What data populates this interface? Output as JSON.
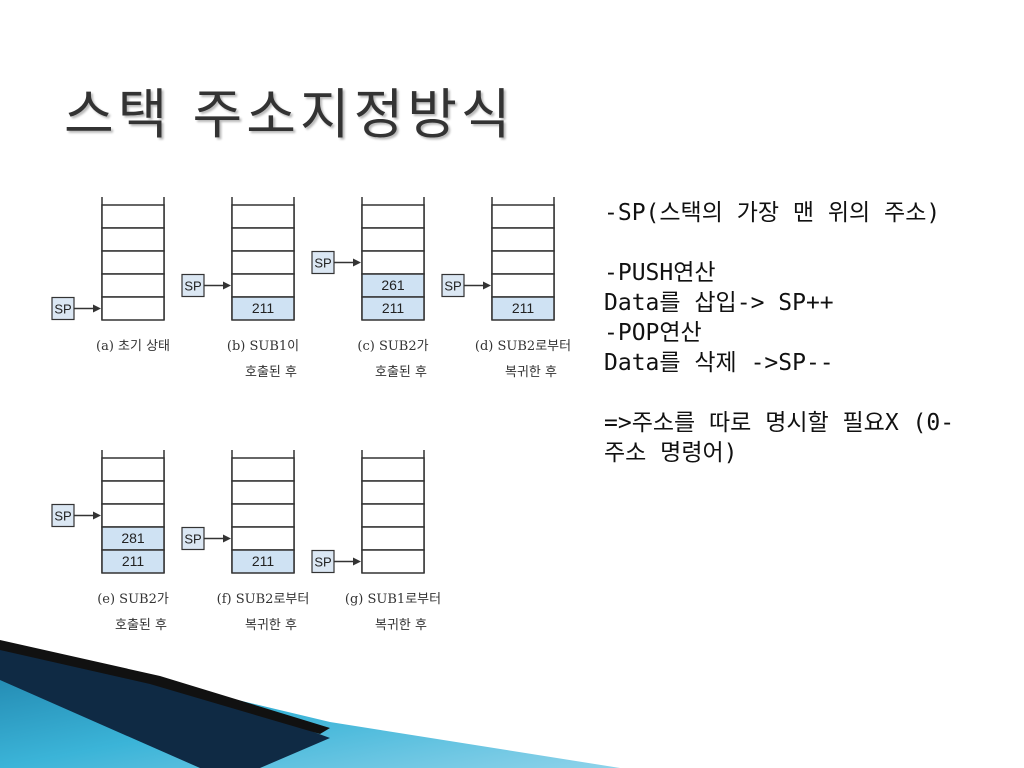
{
  "slide": {
    "title": "스택 주소지정방식"
  },
  "stacks": [
    {
      "id": "a",
      "label_line1": "(a) 초기 상태",
      "label_line2": "",
      "values": [],
      "sp_level": 0
    },
    {
      "id": "b",
      "label_line1": "(b) SUB1이",
      "label_line2": "호출된 후",
      "values": [
        "211"
      ],
      "sp_level": 1
    },
    {
      "id": "c",
      "label_line1": "(c) SUB2가",
      "label_line2": "호출된 후",
      "values": [
        "211",
        "261"
      ],
      "sp_level": 2
    },
    {
      "id": "d",
      "label_line1": "(d) SUB2로부터",
      "label_line2": "복귀한 후",
      "values": [
        "211"
      ],
      "sp_level": 1
    },
    {
      "id": "e",
      "label_line1": "(e) SUB2가",
      "label_line2": "호출된 후",
      "values": [
        "211",
        "281"
      ],
      "sp_level": 2
    },
    {
      "id": "f",
      "label_line1": "(f) SUB2로부터",
      "label_line2": "복귀한 후",
      "values": [
        "211"
      ],
      "sp_level": 1
    },
    {
      "id": "g",
      "label_line1": "(g) SUB1로부터",
      "label_line2": "복귀한 후",
      "values": [],
      "sp_level": 0
    }
  ],
  "sp_label": "SP",
  "description": {
    "lines": [
      "-SP(스택의 가장 맨 위의 주소)",
      "",
      "-PUSH연산",
      "Data를 삽입-> SP++",
      "-POP연산",
      "Data를 삭제 ->SP--",
      "",
      "=>주소를 따로 명시할 필요X (0-주소 명령어)"
    ]
  },
  "colors": {
    "filled_cell": "#cfe2f3",
    "sp_box": "#dbe7f3",
    "footer_dark": "#0f2a44",
    "footer_teal": "#2aa3c8"
  }
}
